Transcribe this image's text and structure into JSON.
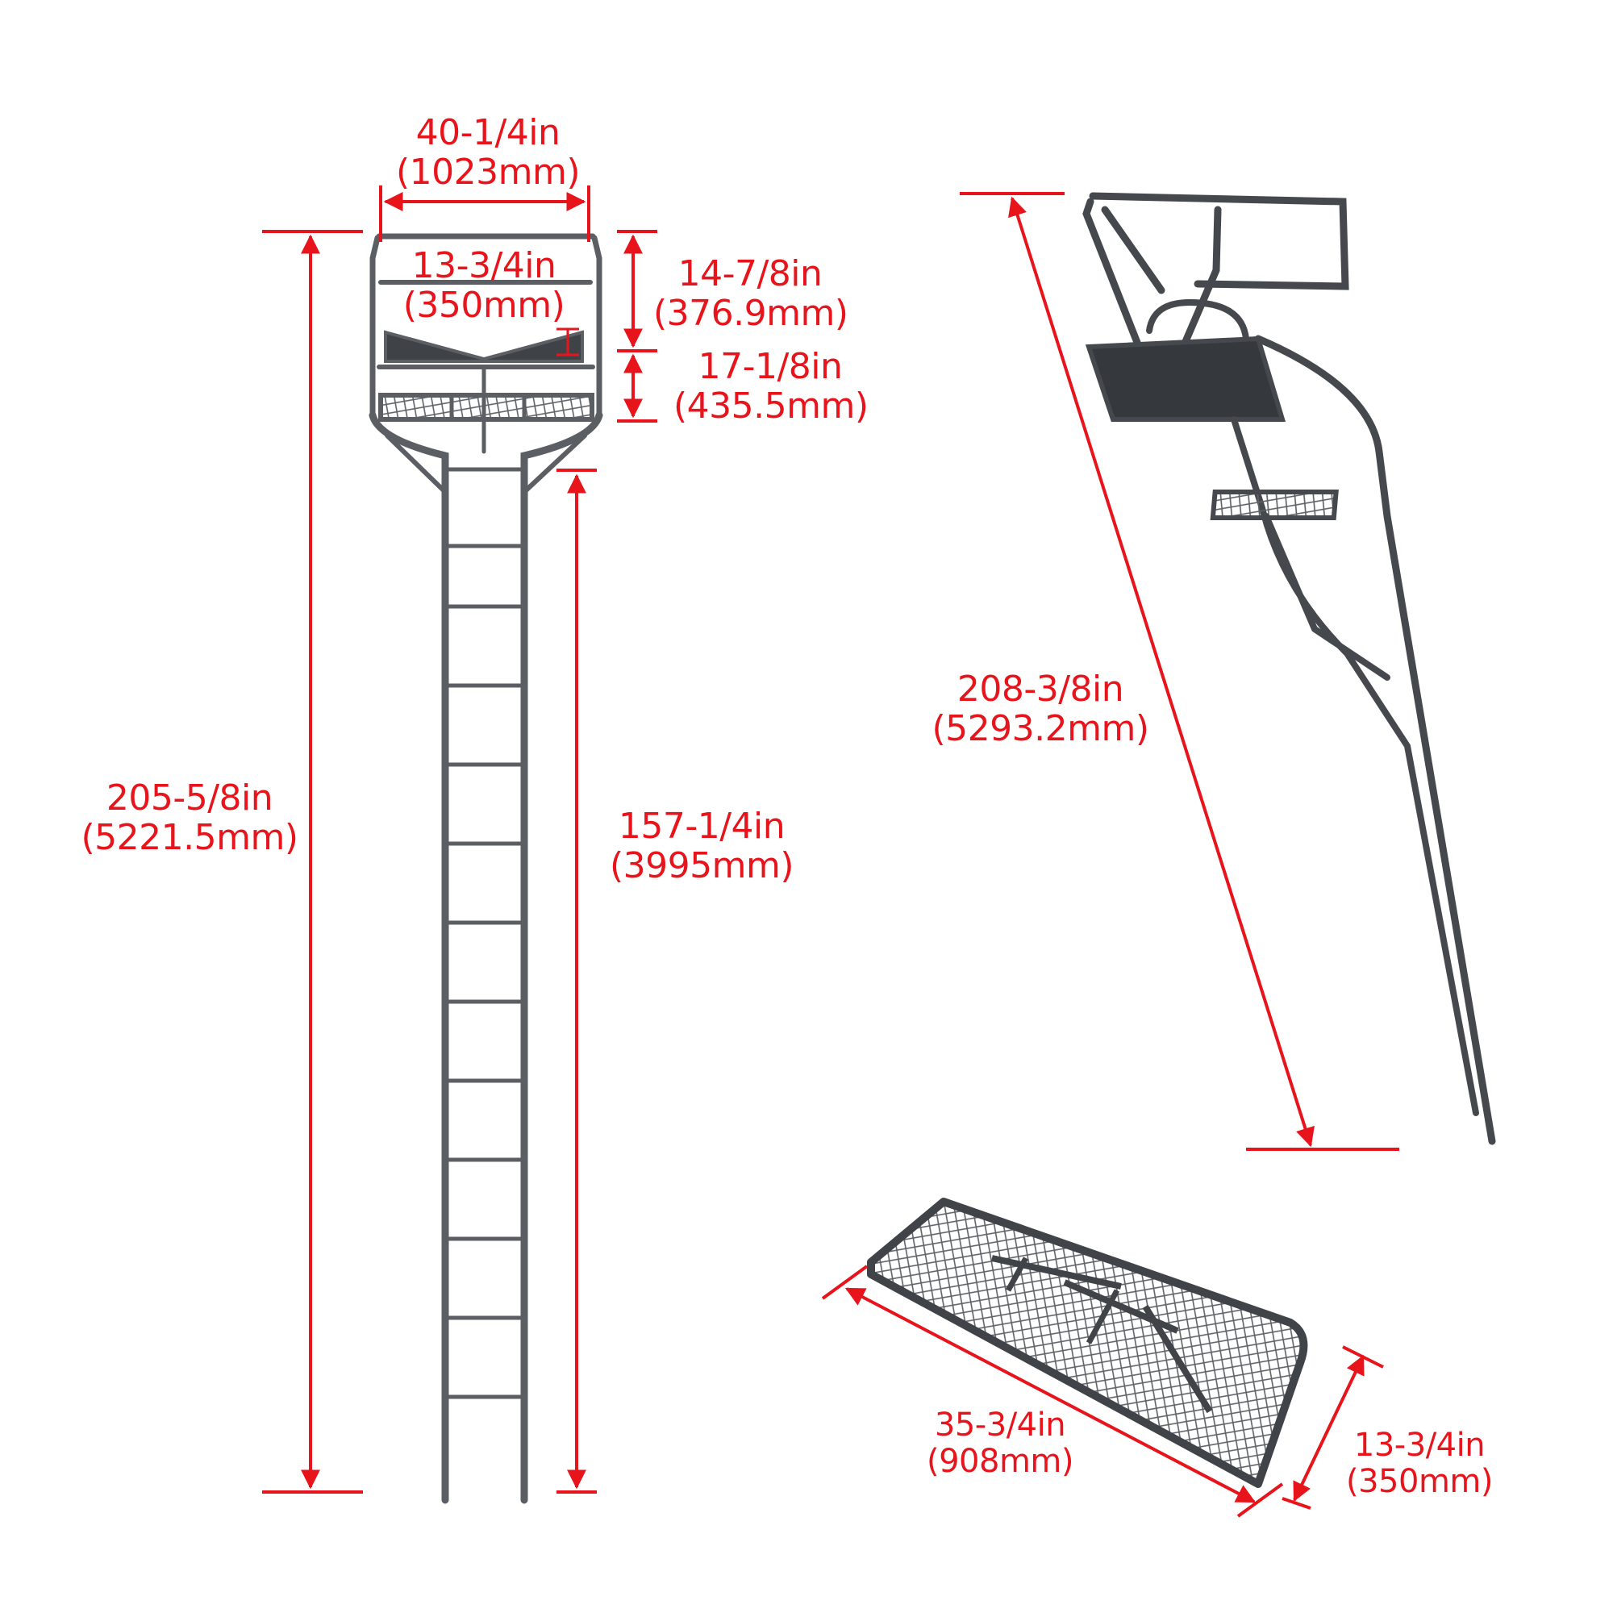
{
  "diagram": {
    "subject": "Two-person ladder tree stand dimensions",
    "accent_color": "#e8141c",
    "frame_color": "#55595e",
    "views": [
      {
        "name": "front-view",
        "description": "Front elevation of full ladder stand"
      },
      {
        "name": "side-view",
        "description": "Angled side view of stand leaning"
      },
      {
        "name": "platform-view",
        "description": "Perspective view of foot platform"
      }
    ]
  },
  "dimensions": {
    "top_width": {
      "in": "40-1/4in",
      "mm": "(1023mm)"
    },
    "seat_depth": {
      "in": "13-3/4in",
      "mm": "(350mm)"
    },
    "backrest_height": {
      "in": "14-7/8in",
      "mm": "(376.9mm)"
    },
    "seat_to_platform": {
      "in": "17-1/8in",
      "mm": "(435.5mm)"
    },
    "total_height": {
      "in": "205-5/8in",
      "mm": "(5221.5mm)"
    },
    "ladder_height": {
      "in": "157-1/4in",
      "mm": "(3995mm)"
    },
    "leaning_length": {
      "in": "208-3/8in",
      "mm": "(5293.2mm)"
    },
    "platform_length": {
      "in": "35-3/4in",
      "mm": "(908mm)"
    },
    "platform_width": {
      "in": "13-3/4in",
      "mm": "(350mm)"
    }
  }
}
